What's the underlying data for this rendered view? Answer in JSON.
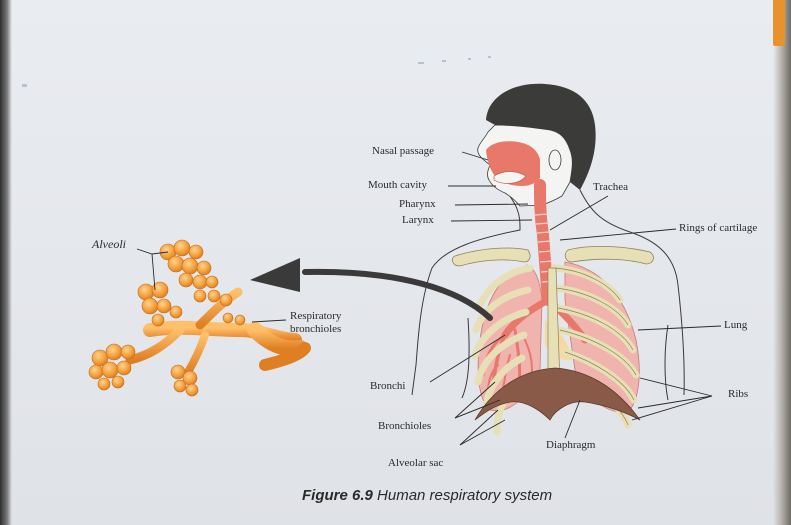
{
  "labels": {
    "nasal_passage": "Nasal passage",
    "mouth_cavity": "Mouth cavity",
    "pharynx": "Pharynx",
    "larynx": "Larynx",
    "trachea": "Trachea",
    "rings_of_cartilage": "Rings of cartilage",
    "lung": "Lung",
    "ribs": "Ribs",
    "diaphragm": "Diaphragm",
    "bronchi": "Bronchi",
    "bronchioles": "Bronchioles",
    "alveolar_sac": "Alveolar sac",
    "alveoli": "Alveoli",
    "respiratory_bronchioles_1": "Respiratory",
    "respiratory_bronchioles_2": "bronchioles"
  },
  "caption": {
    "number": "Figure 6.9",
    "text": "Human respiratory system"
  },
  "colors": {
    "paper": "#e6e9ee",
    "hair": "#3b3b3a",
    "airway": "#e8786a",
    "lung": "#f0b3ae",
    "ribs": "#e7dfb5",
    "diaphragm": "#8a5a48",
    "alveoli": "#f3a03d",
    "arrow": "#3a3a3a",
    "tab": "#e8922e"
  }
}
